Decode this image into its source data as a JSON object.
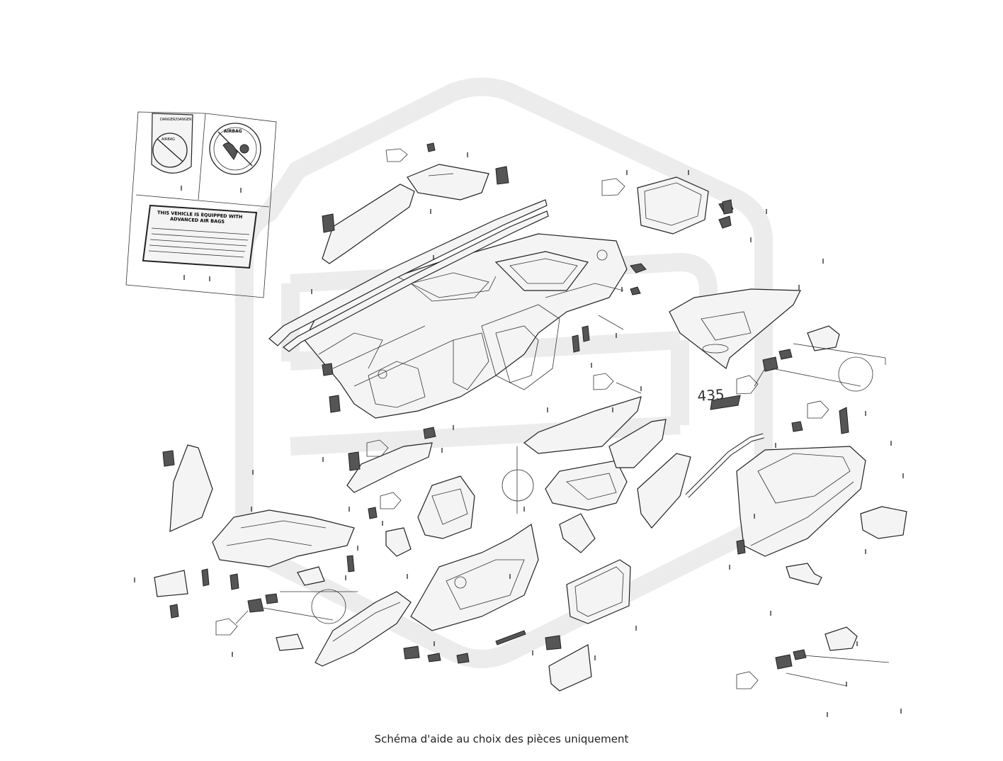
{
  "diagram": {
    "part_number_label": "435",
    "caption": "Schéma d'aide au choix des pièces uniquement",
    "labels": {
      "airbag_warning_header": "DANGER/DANGER",
      "airbag_disc_top": "AIRBAG",
      "airbag_disc_bottom": "AIRBAG",
      "advanced_airbag_title_line1": "THIS VEHICLE IS EQUIPPED WITH",
      "advanced_airbag_title_line2": "ADVANCED AIR BAGS"
    },
    "watermark_color": "#ececec",
    "line_color": "#222222"
  }
}
